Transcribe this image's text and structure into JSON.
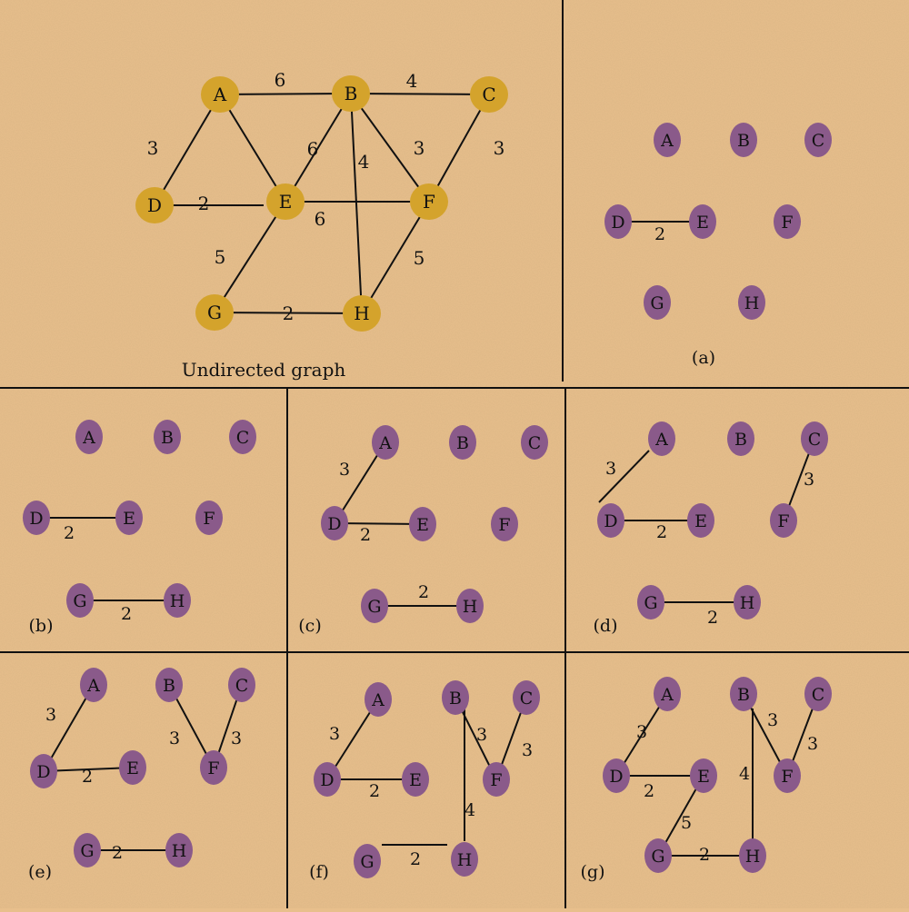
{
  "colors": {
    "background": "#e8bf8c",
    "main_node": "#d4a32c",
    "step_node": "#8a5a8a",
    "edge": "#111111",
    "divider": "#111111"
  },
  "graph": {
    "caption": "Undirected graph",
    "nodes": [
      "A",
      "B",
      "C",
      "D",
      "E",
      "F",
      "G",
      "H"
    ],
    "edges": [
      {
        "u": "A",
        "v": "B",
        "w": "6"
      },
      {
        "u": "B",
        "v": "C",
        "w": "4"
      },
      {
        "u": "A",
        "v": "D",
        "w": "3"
      },
      {
        "u": "A",
        "v": "E",
        "w": "6"
      },
      {
        "u": "B",
        "v": "E",
        "w": "6"
      },
      {
        "u": "B",
        "v": "H",
        "w": "4"
      },
      {
        "u": "B",
        "v": "F",
        "w": "3"
      },
      {
        "u": "C",
        "v": "F",
        "w": "3"
      },
      {
        "u": "D",
        "v": "E",
        "w": "2"
      },
      {
        "u": "E",
        "v": "F",
        "w": "6"
      },
      {
        "u": "E",
        "v": "G",
        "w": "5"
      },
      {
        "u": "F",
        "v": "H",
        "w": "5"
      },
      {
        "u": "G",
        "v": "H",
        "w": "2"
      }
    ]
  },
  "steps": [
    {
      "label": "(a)",
      "edges": [
        {
          "u": "D",
          "v": "E",
          "w": "2"
        }
      ]
    },
    {
      "label": "(b)",
      "edges": [
        {
          "u": "D",
          "v": "E",
          "w": "2"
        },
        {
          "u": "G",
          "v": "H",
          "w": "2"
        }
      ]
    },
    {
      "label": "(c)",
      "edges": [
        {
          "u": "D",
          "v": "E",
          "w": "2"
        },
        {
          "u": "G",
          "v": "H",
          "w": "2"
        },
        {
          "u": "A",
          "v": "D",
          "w": "3"
        }
      ]
    },
    {
      "label": "(d)",
      "edges": [
        {
          "u": "D",
          "v": "E",
          "w": "2"
        },
        {
          "u": "G",
          "v": "H",
          "w": "2"
        },
        {
          "u": "A",
          "v": "D",
          "w": "3"
        },
        {
          "u": "C",
          "v": "F",
          "w": "3"
        }
      ]
    },
    {
      "label": "(e)",
      "edges": [
        {
          "u": "D",
          "v": "E",
          "w": "2"
        },
        {
          "u": "G",
          "v": "H",
          "w": "2"
        },
        {
          "u": "A",
          "v": "D",
          "w": "3"
        },
        {
          "u": "C",
          "v": "F",
          "w": "3"
        },
        {
          "u": "B",
          "v": "F",
          "w": "3"
        }
      ]
    },
    {
      "label": "(f)",
      "edges": [
        {
          "u": "D",
          "v": "E",
          "w": "2"
        },
        {
          "u": "G",
          "v": "H",
          "w": "2"
        },
        {
          "u": "A",
          "v": "D",
          "w": "3"
        },
        {
          "u": "C",
          "v": "F",
          "w": "3"
        },
        {
          "u": "B",
          "v": "F",
          "w": "3"
        },
        {
          "u": "B",
          "v": "H",
          "w": "4"
        }
      ]
    },
    {
      "label": "(g)",
      "edges": [
        {
          "u": "D",
          "v": "E",
          "w": "2"
        },
        {
          "u": "G",
          "v": "H",
          "w": "2"
        },
        {
          "u": "A",
          "v": "D",
          "w": "3"
        },
        {
          "u": "C",
          "v": "F",
          "w": "3"
        },
        {
          "u": "B",
          "v": "F",
          "w": "3"
        },
        {
          "u": "B",
          "v": "H",
          "w": "4"
        },
        {
          "u": "E",
          "v": "G",
          "w": "5"
        }
      ]
    }
  ]
}
